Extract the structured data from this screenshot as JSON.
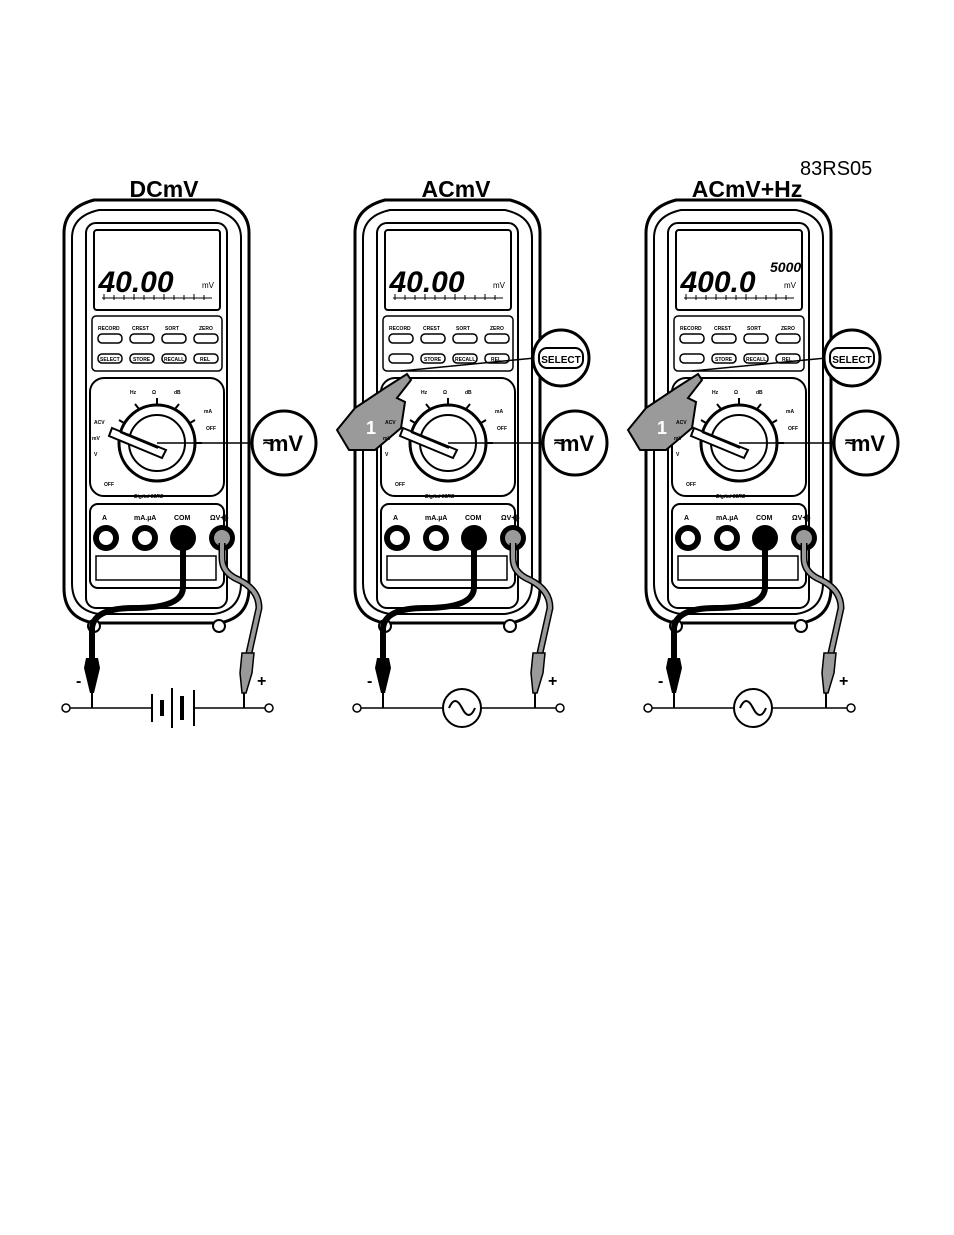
{
  "figure_id": "83RS05",
  "panels": [
    {
      "title": "DCmV",
      "display_value": "40.00",
      "display_unit": "mV",
      "display_secondary": "",
      "range_callout": "mV",
      "source": "battery-icon",
      "select_callout": "",
      "step_number": ""
    },
    {
      "title": "ACmV",
      "display_value": "40.00",
      "display_unit": "mV",
      "display_secondary": "",
      "range_callout": "mV",
      "source": "ac-source-icon",
      "select_callout": "SELECT",
      "step_number": "1"
    },
    {
      "title": "ACmV+Hz",
      "display_value": "400.0",
      "display_unit": "mV",
      "display_secondary": "5000",
      "range_callout": "mV",
      "source": "ac-source-icon",
      "select_callout": "SELECT",
      "step_number": "1"
    }
  ],
  "meter": {
    "top_buttons": [
      "RECORD",
      "CREST",
      "SORT",
      "ZERO"
    ],
    "bottom_buttons": [
      "SELECT",
      "STORE",
      "RECALL",
      "REL"
    ],
    "dial_left_labels": [
      "ACV",
      "mV",
      "V",
      "OFF"
    ],
    "dial_right_labels": [
      "mA",
      "OFF"
    ],
    "dial_top_labels": [
      "Hz",
      "Ω",
      "dB"
    ],
    "jacks": [
      "A",
      "mA.µA",
      "COM",
      "ΩV+|-"
    ],
    "brand": "Digital 83RS"
  },
  "polarity": {
    "negative": "-",
    "positive": "+"
  },
  "colors": {
    "ink": "#000000",
    "probe_red": "#9a9a9a",
    "screen": "#ffffff"
  }
}
